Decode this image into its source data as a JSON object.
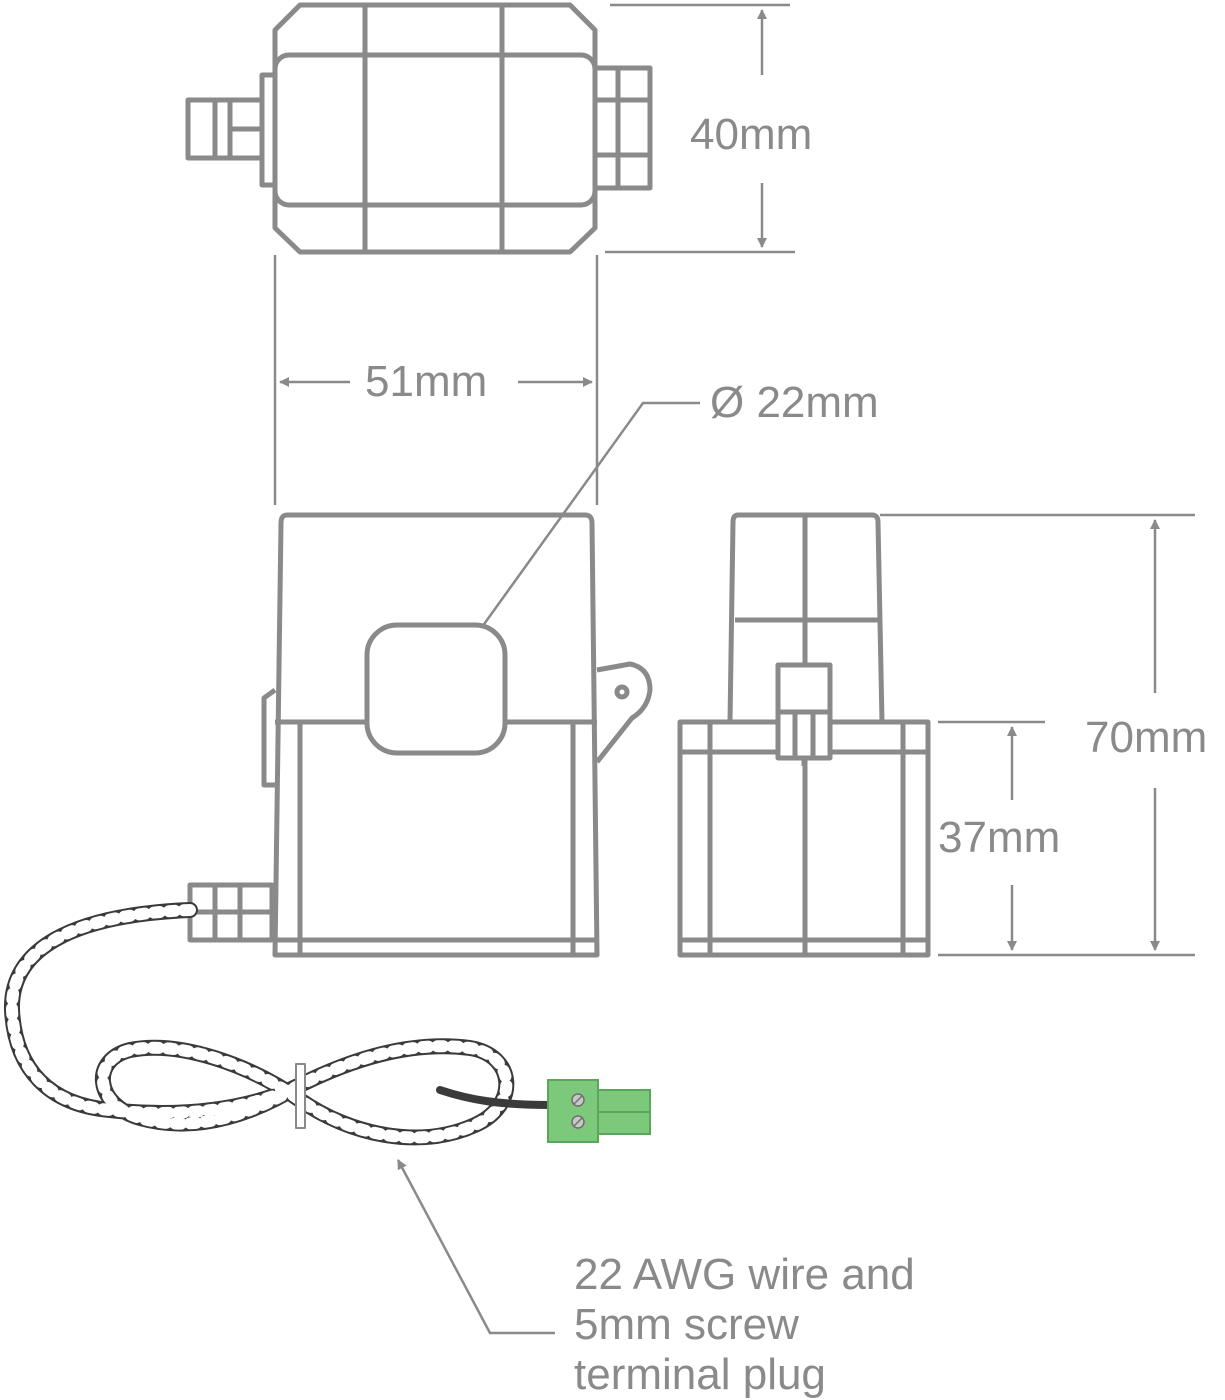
{
  "dimensions": {
    "height_top": "40mm",
    "width": "51mm",
    "aperture": "Ø 22mm",
    "height_total": "70mm",
    "height_base": "37mm"
  },
  "note": {
    "line1": "22 AWG wire and",
    "line2": "5mm screw",
    "line3": "terminal plug"
  },
  "colors": {
    "line": "#8a8a8a",
    "terminal": "#7dc97b",
    "wire_dark": "#3a3a3a"
  }
}
